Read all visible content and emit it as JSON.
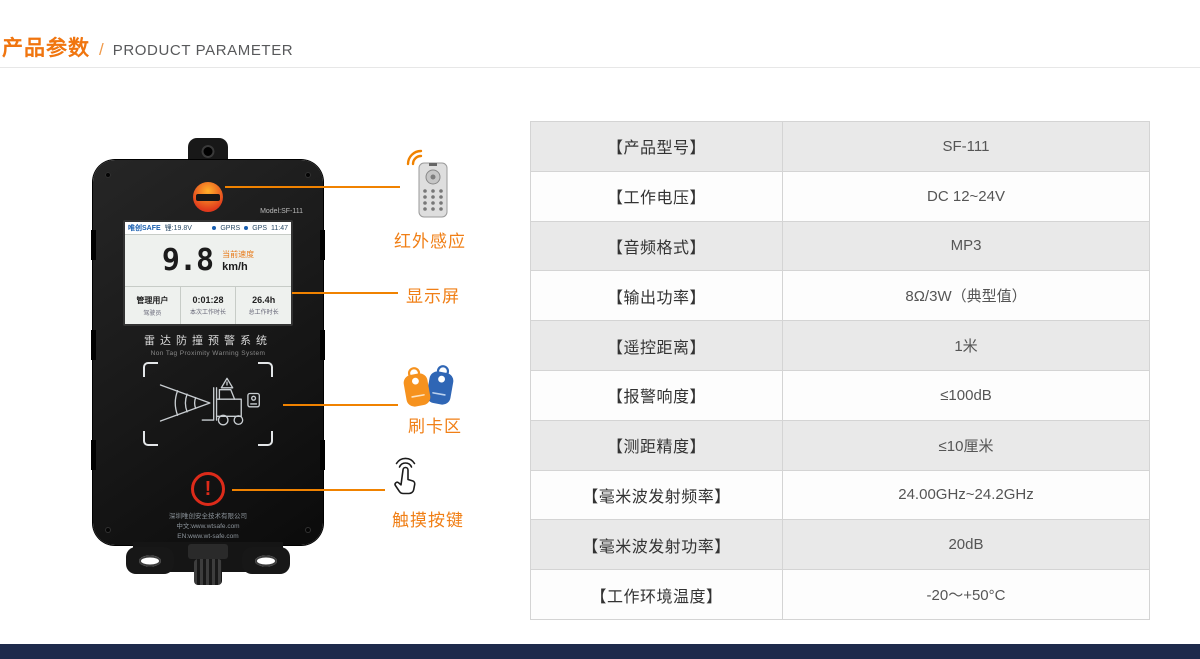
{
  "header": {
    "title_cn": "产品参数",
    "separator": "/",
    "title_en": "PRODUCT PARAMETER"
  },
  "device": {
    "model_label": "Model:SF-111",
    "screen": {
      "brand": "唯创SAFE",
      "battery": "锂:19.8V",
      "net_gprs": "GPRS",
      "net_gps": "GPS",
      "time": "11:47",
      "speed_value": "9.8",
      "speed_label": "当前速度",
      "speed_unit": "km/h",
      "user_label": "管理用户",
      "user_value": "驾驶员",
      "session_time": "0:01:28",
      "session_label": "本次工作时长",
      "total_time": "26.4h",
      "total_label": "总工作时长"
    },
    "system_name_cn": "雷达防撞预警系统",
    "system_name_en": "Non Tag Proximity Warning System",
    "alarm_mark": "!",
    "footer_line1": "深圳唯创安全技术有限公司",
    "footer_line2": "中文:www.wtsafe.com",
    "footer_line3": "EN:www.wt-safe.com"
  },
  "callouts": {
    "infrared": "红外感应",
    "display": "显示屏",
    "card": "刷卡区",
    "touch": "触摸按键"
  },
  "table": {
    "rows": [
      {
        "label": "【产品型号】",
        "value": "SF-111"
      },
      {
        "label": "【工作电压】",
        "value": "DC 12~24V"
      },
      {
        "label": "【音频格式】",
        "value": "MP3"
      },
      {
        "label": "【输出功率】",
        "value": "8Ω/3W（典型值）"
      },
      {
        "label": "【遥控距离】",
        "value": "1米"
      },
      {
        "label": "【报警响度】",
        "value": "≤100dB"
      },
      {
        "label": "【测距精度】",
        "value": "≤10厘米"
      },
      {
        "label": "【毫米波发射频率】",
        "value": "24.00GHz~24.2GHz"
      },
      {
        "label": "【毫米波发射功率】",
        "value": "20dB"
      },
      {
        "label": "【工作环境温度】",
        "value": "-20～+50°C"
      }
    ]
  },
  "colors": {
    "accent": "#f08200",
    "footer_bar": "#1e2a4c"
  }
}
